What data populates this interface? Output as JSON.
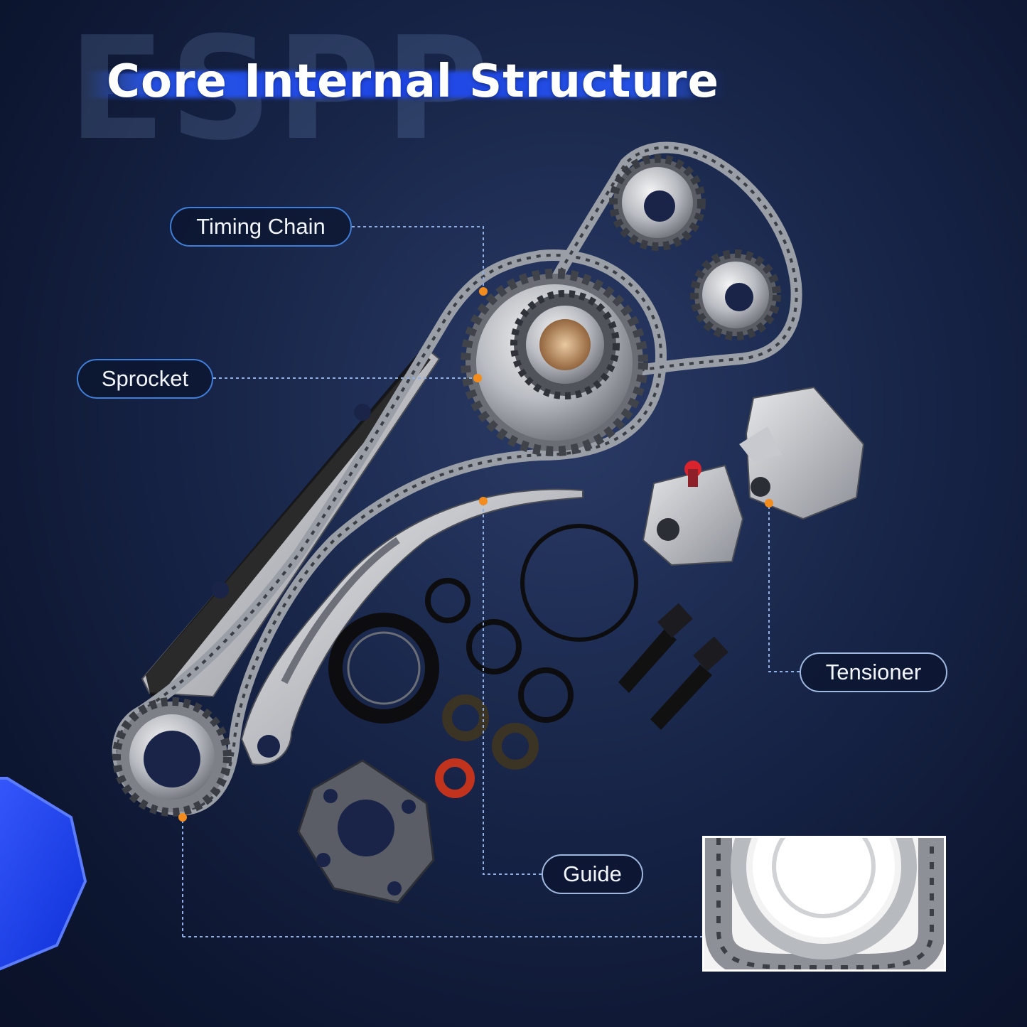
{
  "watermark": "ESPP",
  "title": "Core Internal Structure",
  "labels": {
    "timing_chain": "Timing Chain",
    "sprocket": "Sprocket",
    "tensioner": "Tensioner",
    "guide": "Guide"
  },
  "colors": {
    "accent": "#1f5cff",
    "callout_dot": "#f28c1e",
    "pill_border": "#3f7fd9",
    "background": "#172447"
  },
  "icons": [
    "chain-sprocket-icon",
    "decorative-hexagon-icon"
  ]
}
